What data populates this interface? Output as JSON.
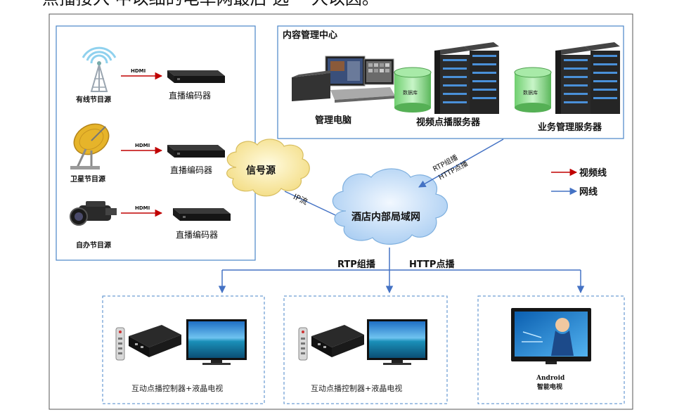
{
  "header": {
    "top_text": "点播接入 中以细的电单网最后 选一 人以因。"
  },
  "sources": {
    "cable": {
      "label": "有线节目源",
      "link_label": "HDMI",
      "encoder_label": "直播编码器"
    },
    "satellite": {
      "label": "卫星节目源",
      "link_label": "HDMI",
      "encoder_label": "直播编码器"
    },
    "self": {
      "label": "自办节目源",
      "link_label": "HDMI",
      "encoder_label": "直播编码器"
    }
  },
  "signal_cloud": {
    "label": "信号源"
  },
  "content_center": {
    "title": "内容管理中心",
    "pc_label": "管理电脑",
    "vod_label": "视频点播服务器",
    "biz_label": "业务管理服务器",
    "db_label": "数据库"
  },
  "links": {
    "ip_stream": "IP流",
    "center_rtp": "RTP组播",
    "center_http": "HTTP点播"
  },
  "lan_cloud": {
    "label": "酒店内部局域网"
  },
  "distribution": {
    "rtp_label": "RTP组播",
    "http_label": "HTTP点播"
  },
  "legend": {
    "video_line": "视频线",
    "network_line": "网线",
    "video_color": "#c00000",
    "network_color": "#4472c4"
  },
  "clients": [
    {
      "label": "互动点播控制器+液晶电视"
    },
    {
      "label": "互动点播控制器+液晶电视"
    },
    {
      "line1": "Android",
      "line2": "智能电视"
    }
  ]
}
